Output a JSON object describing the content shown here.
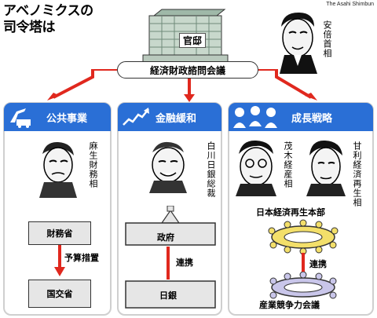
{
  "title_line1": "アベノミクスの",
  "title_line2": "司令塔は",
  "credit": "The Asahi Shimbun",
  "kantei_label": "官邸",
  "pm_label": "安倍首相",
  "council_label": "経済財政諮問会議",
  "columns": [
    {
      "heading": "公共事業",
      "icon": "crane-icon",
      "person_label": "麻生財務相",
      "top_box": "財務省",
      "link_label": "予算措置",
      "bottom_box": "国交省"
    },
    {
      "heading": "金融緩和",
      "icon": "rising-chart-icon",
      "person_label": "白川日銀総裁",
      "top_box": "政府",
      "link_label": "連携",
      "bottom_box": "日銀"
    },
    {
      "heading": "成長戦略",
      "icon": "people-group-icon",
      "person1_label": "茂木経産相",
      "person2_label": "甘利経済再生相",
      "headquarters_label": "日本経済再生本部",
      "link_label": "連携",
      "bottom_label": "産業競争力会議"
    }
  ],
  "colors": {
    "heading_blue": "#2a6fd6",
    "arrow_red": "#e0281e",
    "plate_gray": "#e6e6e6",
    "table_yellow": "#f3df6a",
    "table_lavender": "#c9c6ea"
  }
}
